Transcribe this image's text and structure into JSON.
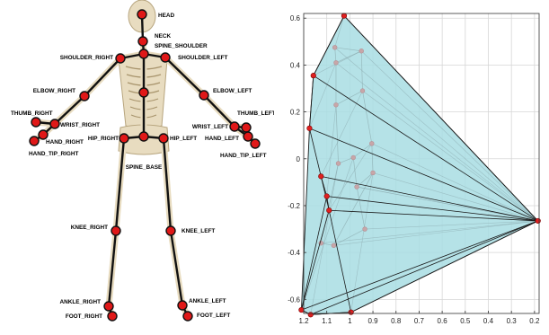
{
  "left_figure": {
    "joints": [
      {
        "id": "head",
        "label": "HEAD"
      },
      {
        "id": "neck",
        "label": "NECK"
      },
      {
        "id": "spine_shoulder",
        "label": "SPINE_SHOULDER"
      },
      {
        "id": "shoulder_right",
        "label": "SHOULDER_RIGHT"
      },
      {
        "id": "shoulder_left",
        "label": "SHOULDER_LEFT"
      },
      {
        "id": "elbow_right",
        "label": "ELBOW_RIGHT"
      },
      {
        "id": "elbow_left",
        "label": "ELBOW_LEFT"
      },
      {
        "id": "thumb_right",
        "label": "THUMB_RIGHT"
      },
      {
        "id": "wrist_right",
        "label": "WRIST_RIGHT"
      },
      {
        "id": "hand_right",
        "label": "HAND_RIGHT"
      },
      {
        "id": "hand_tip_right",
        "label": "HAND_TIP_RIGHT"
      },
      {
        "id": "thumb_left",
        "label": "THUMB_LEFT"
      },
      {
        "id": "wrist_left",
        "label": "WRIST_LEFT"
      },
      {
        "id": "hand_left",
        "label": "HAND_LEFT"
      },
      {
        "id": "hand_tip_left",
        "label": "HAND_TIP_LEFT"
      },
      {
        "id": "hip_right",
        "label": "HIP_RIGHT"
      },
      {
        "id": "hip_left",
        "label": "HIP_LEFT"
      },
      {
        "id": "spine_base",
        "label": "SPINE_BASE"
      },
      {
        "id": "knee_right",
        "label": "KNEE_RIGHT"
      },
      {
        "id": "knee_left",
        "label": "KNEE_LEFT"
      },
      {
        "id": "ankle_right",
        "label": "ANKLE_RIGHT"
      },
      {
        "id": "ankle_left",
        "label": "ANKLE_LEFT"
      },
      {
        "id": "foot_right",
        "label": "FOOT_RIGHT"
      },
      {
        "id": "foot_left",
        "label": "FOOT_LEFT"
      }
    ],
    "colors": {
      "joint": "#e01818",
      "bone": "#111111",
      "skeleton": "#e8dcc0"
    }
  },
  "chart_data": {
    "type": "scatter",
    "title": "",
    "xlabel": "",
    "ylabel": "",
    "xlim": [
      1.2,
      0.18
    ],
    "ylim": [
      -0.66,
      0.62
    ],
    "x_reversed": true,
    "grid": true,
    "xticks": [
      "1.2",
      "1.1",
      "1",
      "0.9",
      "0.8",
      "0.7",
      "0.6",
      "0.5",
      "0.4",
      "0.3",
      "0.2"
    ],
    "yticks": [
      "0.6",
      "0.4",
      "0.2",
      "0",
      "-0.2",
      "-0.4",
      "-0.6"
    ],
    "hull_vertices": [
      {
        "x": 1.025,
        "y": 0.61
      },
      {
        "x": 1.158,
        "y": 0.355
      },
      {
        "x": 1.175,
        "y": 0.13
      },
      {
        "x": 1.21,
        "y": -0.645
      },
      {
        "x": 1.17,
        "y": -0.665
      },
      {
        "x": 0.995,
        "y": -0.655
      },
      {
        "x": 0.185,
        "y": -0.265
      }
    ],
    "front_points": [
      {
        "x": 1.025,
        "y": 0.61
      },
      {
        "x": 1.158,
        "y": 0.355
      },
      {
        "x": 1.175,
        "y": 0.13
      },
      {
        "x": 1.125,
        "y": -0.075
      },
      {
        "x": 1.1,
        "y": -0.16
      },
      {
        "x": 1.09,
        "y": -0.22
      },
      {
        "x": 1.21,
        "y": -0.645
      },
      {
        "x": 1.17,
        "y": -0.665
      },
      {
        "x": 0.995,
        "y": -0.655
      },
      {
        "x": 0.185,
        "y": -0.265
      }
    ],
    "back_points": [
      {
        "x": 1.065,
        "y": 0.475
      },
      {
        "x": 0.95,
        "y": 0.46
      },
      {
        "x": 1.06,
        "y": 0.41
      },
      {
        "x": 0.945,
        "y": 0.29
      },
      {
        "x": 1.06,
        "y": 0.23
      },
      {
        "x": 0.905,
        "y": 0.065
      },
      {
        "x": 0.985,
        "y": 0.005
      },
      {
        "x": 1.05,
        "y": -0.02
      },
      {
        "x": 0.9,
        "y": -0.06
      },
      {
        "x": 0.97,
        "y": -0.12
      },
      {
        "x": 1.125,
        "y": -0.36
      },
      {
        "x": 1.07,
        "y": -0.37
      },
      {
        "x": 0.935,
        "y": -0.3
      }
    ],
    "colors": {
      "fill": "#a8dde3",
      "edge": "#1a1a1a",
      "front_point": "#e02020",
      "back_point": "#c8a6a8",
      "frame": "#333333",
      "grid": "#d6d6d6"
    }
  }
}
